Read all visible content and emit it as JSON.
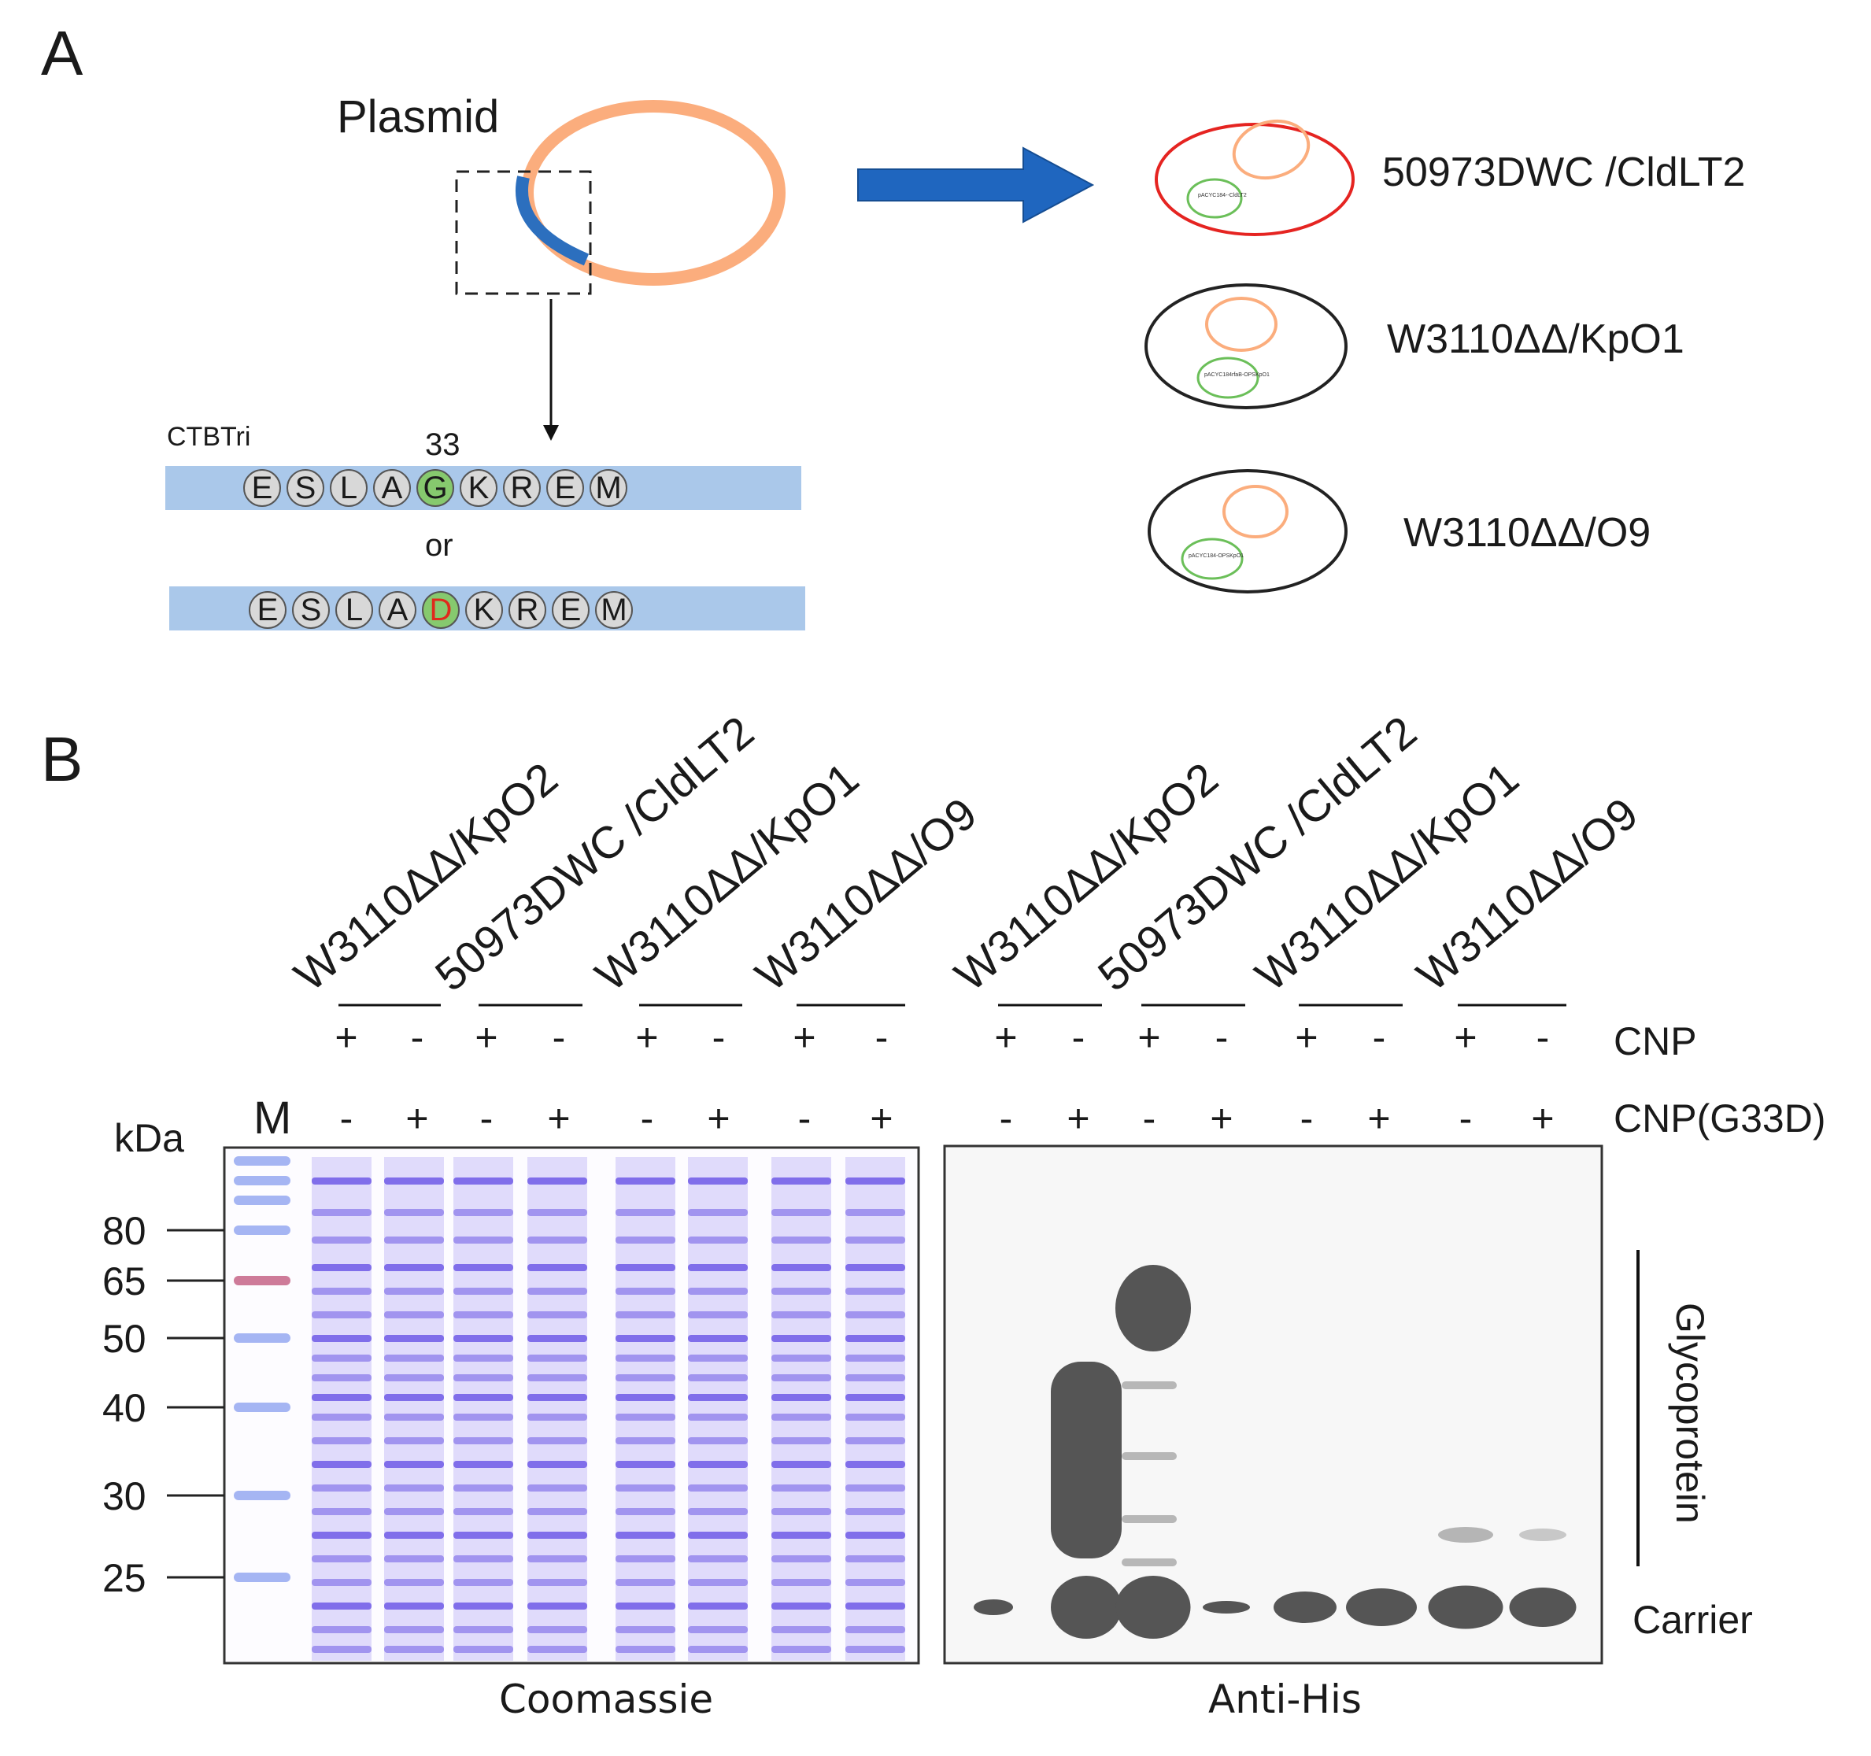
{
  "panel_a": {
    "label": "A",
    "plasmid_label": "Plasmid",
    "construct_label": "CTBTri",
    "position_label": "33",
    "or_label": "or",
    "sequence_wt": [
      "E",
      "S",
      "L",
      "A",
      "G",
      "K",
      "R",
      "E",
      "M"
    ],
    "sequence_mut": [
      "E",
      "S",
      "L",
      "A",
      "D",
      "K",
      "R",
      "E",
      "M"
    ],
    "strains": [
      {
        "name": "50973DWC /CldLT2",
        "outline_color": "#e52421",
        "inner_text": "pACYC184‑‑CldLT2"
      },
      {
        "name": "W3110ΔΔ/KpO1",
        "outline_color": "#1a1a1a",
        "inner_text": "pACYC184rfaB-OPSKpO1"
      },
      {
        "name": "W3110ΔΔ/O9",
        "outline_color": "#1a1a1a",
        "inner_text": "pACYC184-OPSKpO1"
      }
    ],
    "colors": {
      "plasmid": "#fbad7d",
      "insert": "#2c6fbe",
      "arrow": "#1f66bf",
      "bar": "#aac8ea",
      "highlight": "#86c96e",
      "residue": "#d8d8d8",
      "mutant_text": "#e02a1c",
      "inner_plasmid": "#6bbf59"
    }
  },
  "panel_b": {
    "label": "B",
    "strain_groups": [
      "W3110ΔΔ/KpO2",
      "50973DWC /CldLT2",
      "W3110ΔΔ/KpO1",
      "W3110ΔΔ/O9",
      "W3110ΔΔ/KpO2",
      "50973DWC /CldLT2",
      "W3110ΔΔ/KpO1",
      "W3110ΔΔ/O9"
    ],
    "row_labels": {
      "cnp": "CNP",
      "cnp_g33d": "CNP(G33D)"
    },
    "cnp_signs": [
      "+",
      "-",
      "+",
      "-",
      "+",
      "-",
      "+",
      "-",
      "+",
      "-",
      "+",
      "-",
      "+",
      "-",
      "+",
      "-"
    ],
    "cnp_g33d_signs": [
      "-",
      "+",
      "-",
      "+",
      "-",
      "+",
      "-",
      "+",
      "-",
      "+",
      "-",
      "+",
      "-",
      "+",
      "-",
      "+"
    ],
    "marker_label": "M",
    "kda_label": "kDa",
    "markers": [
      "80",
      "65",
      "50",
      "40",
      "30",
      "25"
    ],
    "gel_captions": {
      "left": "Coomassie",
      "right": "Anti-His"
    },
    "band_labels": {
      "glycoprotein": "Glycoprotein",
      "carrier": "Carrier"
    },
    "colors": {
      "coomassie": "#6e5ae6",
      "marker_pink": "#c25a7f",
      "blot_band": "#555555"
    }
  }
}
